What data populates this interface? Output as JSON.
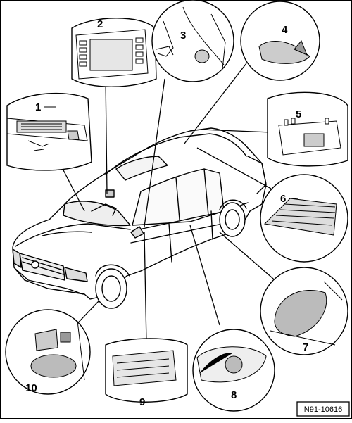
{
  "figure": {
    "reference_code": "N91-10616",
    "callouts": [
      {
        "id": "callout-1",
        "label": "1"
      },
      {
        "id": "callout-2",
        "label": "2"
      },
      {
        "id": "callout-3",
        "label": "3"
      },
      {
        "id": "callout-4",
        "label": "4"
      },
      {
        "id": "callout-5",
        "label": "5"
      },
      {
        "id": "callout-6",
        "label": "6"
      },
      {
        "id": "callout-7",
        "label": "7"
      },
      {
        "id": "callout-8",
        "label": "8"
      },
      {
        "id": "callout-9",
        "label": "9"
      },
      {
        "id": "callout-10",
        "label": "10"
      }
    ]
  }
}
